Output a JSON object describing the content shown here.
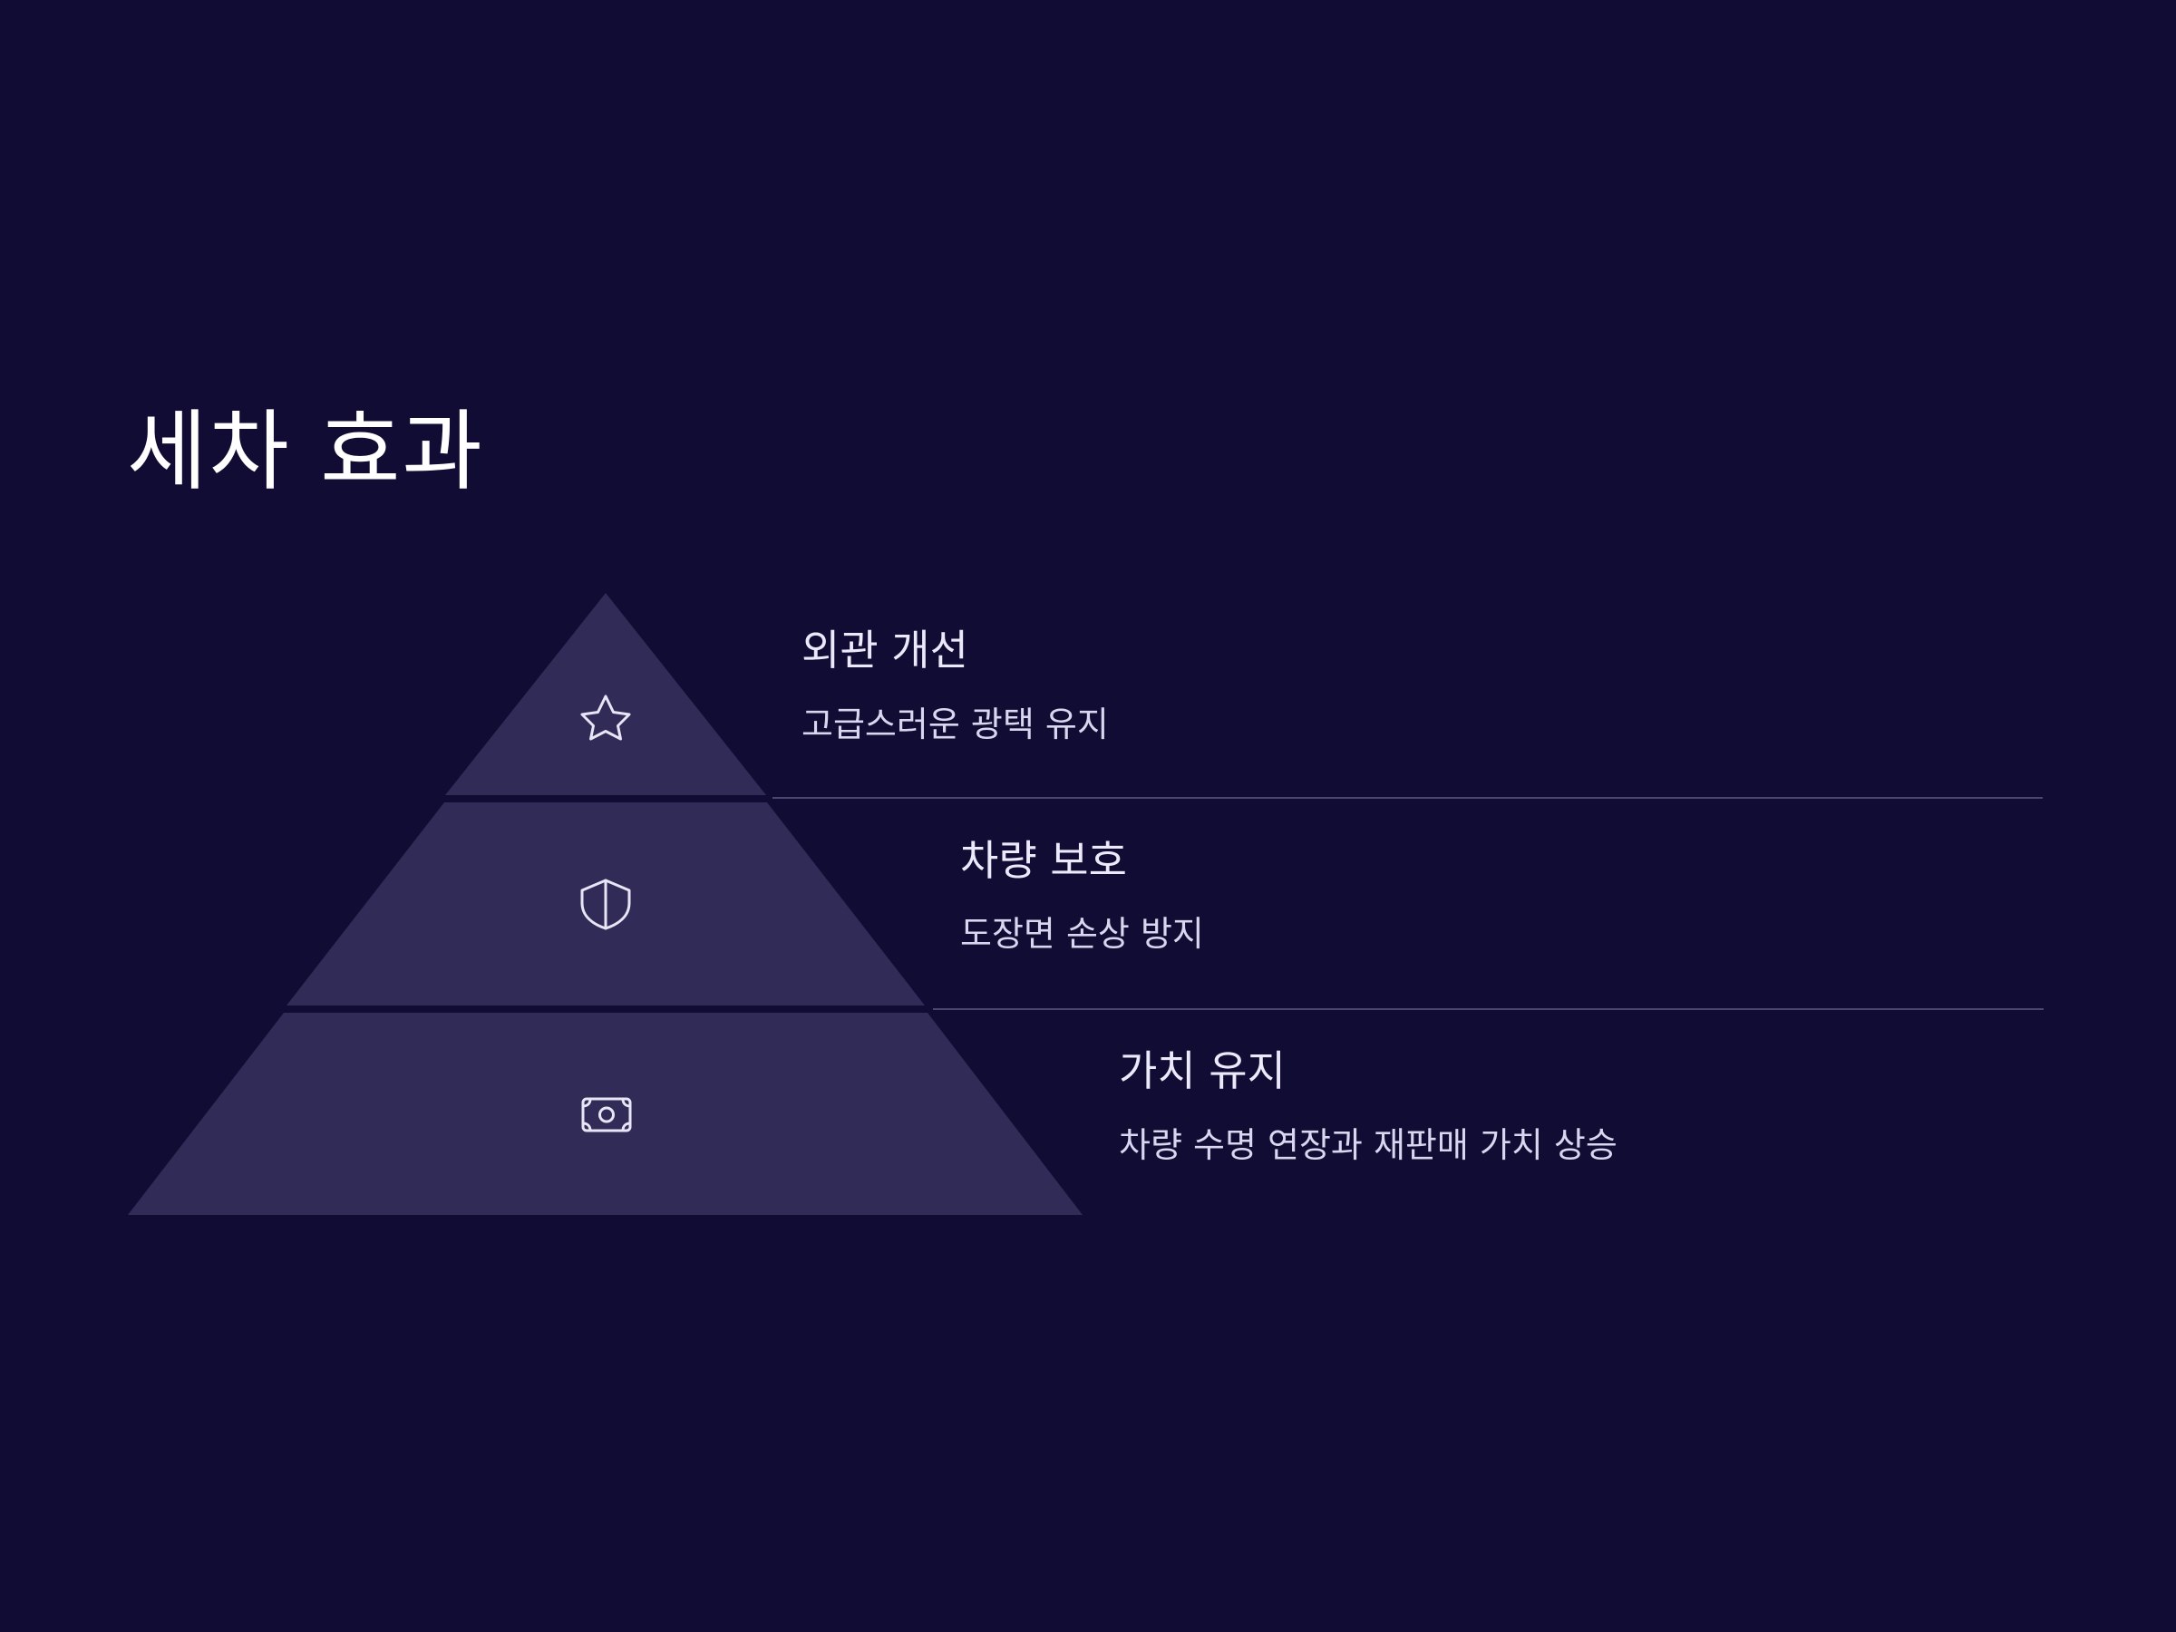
{
  "slide": {
    "title": "세차 효과"
  },
  "colors": {
    "background": "#100c33",
    "pyramid_fill": "#312b57",
    "divider": "#4a4770",
    "icon_stroke": "#e8e6f6",
    "text": "#ece9fb"
  },
  "levels": [
    {
      "title": "외관 개선",
      "description": "고급스러운 광택 유지",
      "icon": "star-icon"
    },
    {
      "title": "차량 보호",
      "description": "도장면 손상 방지",
      "icon": "shield-icon"
    },
    {
      "title": "가치 유지",
      "description": "차량 수명 연장과 재판매 가치 상승",
      "icon": "banknote-icon"
    }
  ]
}
